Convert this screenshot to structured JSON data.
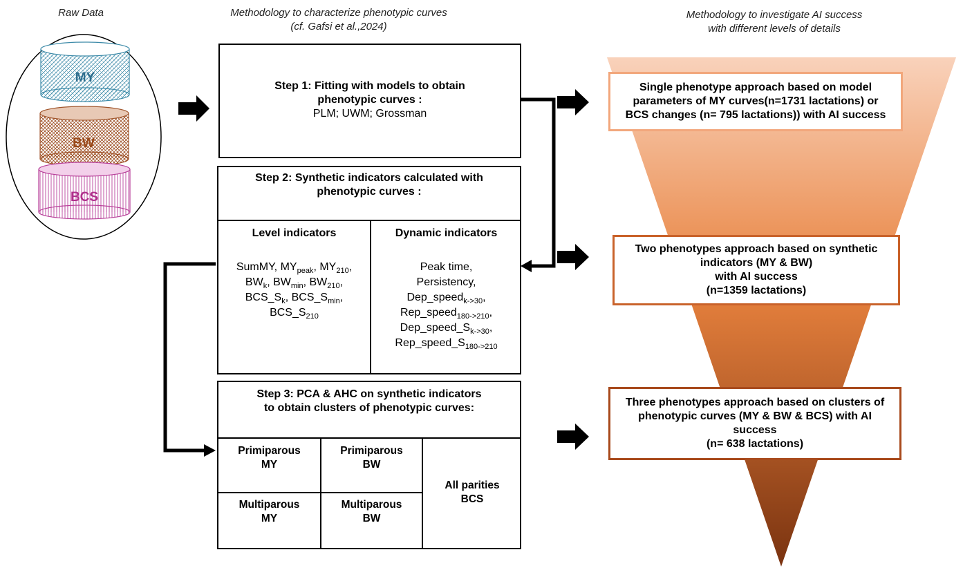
{
  "headers": {
    "raw_data": "Raw Data",
    "methodology_curves_line1": "Methodology to characterize phenotypic curves",
    "methodology_curves_line2": "(cf. Gafsi et al.,2024)",
    "methodology_ai_line1": "Methodology to investigate AI success",
    "methodology_ai_line2": "with different levels of details"
  },
  "raw_data": {
    "cylinders": [
      {
        "label": "MY",
        "color": "#2e6e8e"
      },
      {
        "label": "BW",
        "color": "#9a4a1a"
      },
      {
        "label": "BCS",
        "color": "#b0308c"
      }
    ]
  },
  "step1": {
    "title_line1": "Step 1: Fitting with models to obtain",
    "title_line2": "phenotypic curves :",
    "models": "PLM; UWM; Grossman"
  },
  "step2": {
    "title_line1": "Step 2: Synthetic indicators  calculated with",
    "title_line2": "phenotypic curves :",
    "level_title": "Level indicators",
    "dynamic_title": "Dynamic indicators",
    "level": {
      "summy": "SumMY, MY",
      "peak_sub": "peak",
      "my_sep": ", MY",
      "sub210": "210",
      "comma": ",",
      "bw": "BW",
      "k_sub": "k",
      "bw_min": ", BW",
      "min_sub": "min",
      "bw_210": ", BW",
      "bcs_s": "BCS_S",
      "bcs_smin": ", BCS_S",
      "bcs_s210": "BCS_S"
    },
    "dynamic": {
      "peak_time": "Peak time,",
      "persistency": "Persistency,",
      "dep_speed": "Dep_speed",
      "dep_sub": "k->30",
      "rep_speed": "Rep_speed",
      "rep_sub": "180->210",
      "dep_speed_s": "Dep_speed_S",
      "rep_speed_s": "Rep_speed_S"
    }
  },
  "step3": {
    "title_line1": "Step 3: PCA & AHC on synthetic indicators",
    "title_line2": "to obtain clusters of phenotypic curves:",
    "prim_my_1": "Primiparous",
    "prim_my_2": "MY",
    "prim_bw_1": "Primiparous",
    "prim_bw_2": "BW",
    "multi_my_1": "Multiparous",
    "multi_my_2": "MY",
    "multi_bw_1": "Multiparous",
    "multi_bw_2": "BW",
    "all_1": "All parities",
    "all_2": "BCS"
  },
  "funnel": {
    "colors": {
      "top": "#f7c4a8",
      "mid": "#e8823e",
      "bottom": "#8a3b12"
    },
    "box1": {
      "line1": "Single phenotype approach based on model",
      "line2": "parameters of MY curves(n=1731 lactations) or",
      "line3": "BCS changes (n= 795 lactations)) with AI success",
      "border": "#f2a77c"
    },
    "box2": {
      "line1": "Two phenotypes approach based on synthetic",
      "line2": "indicators (MY & BW)",
      "line3": "with AI success",
      "line4": "(n=1359 lactations)",
      "border": "#c9622a"
    },
    "box3": {
      "line1": "Three phenotypes approach based on clusters of",
      "line2": "phenotypic curves (MY & BW & BCS) with AI",
      "line3": "success",
      "line4": "(n= 638 lactations)",
      "border": "#a84a1c"
    }
  }
}
